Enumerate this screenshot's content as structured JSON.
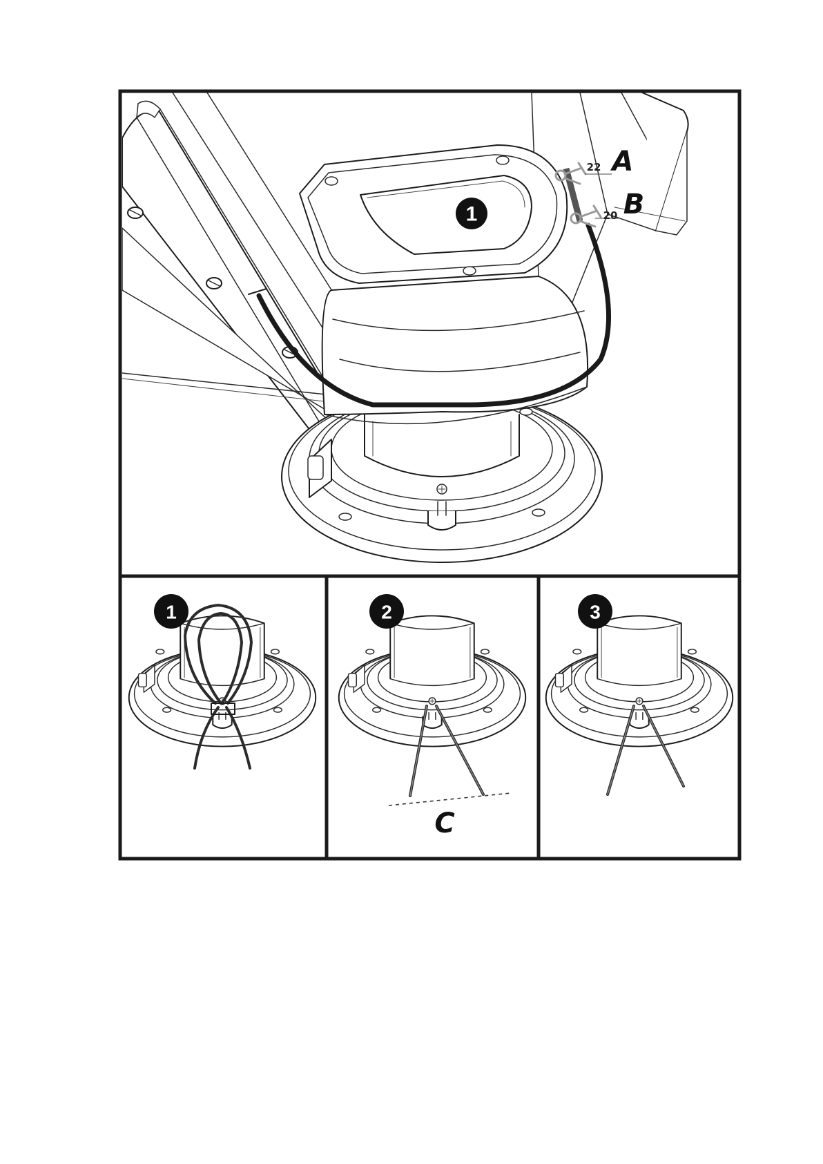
{
  "main_view": {
    "step_badge": "1",
    "cut_marks": [
      {
        "letter": "A",
        "measure": "22"
      },
      {
        "letter": "B",
        "measure": "20"
      }
    ]
  },
  "steps": [
    {
      "badge": "1"
    },
    {
      "badge": "2",
      "cut_label": "C"
    },
    {
      "badge": "3"
    }
  ]
}
